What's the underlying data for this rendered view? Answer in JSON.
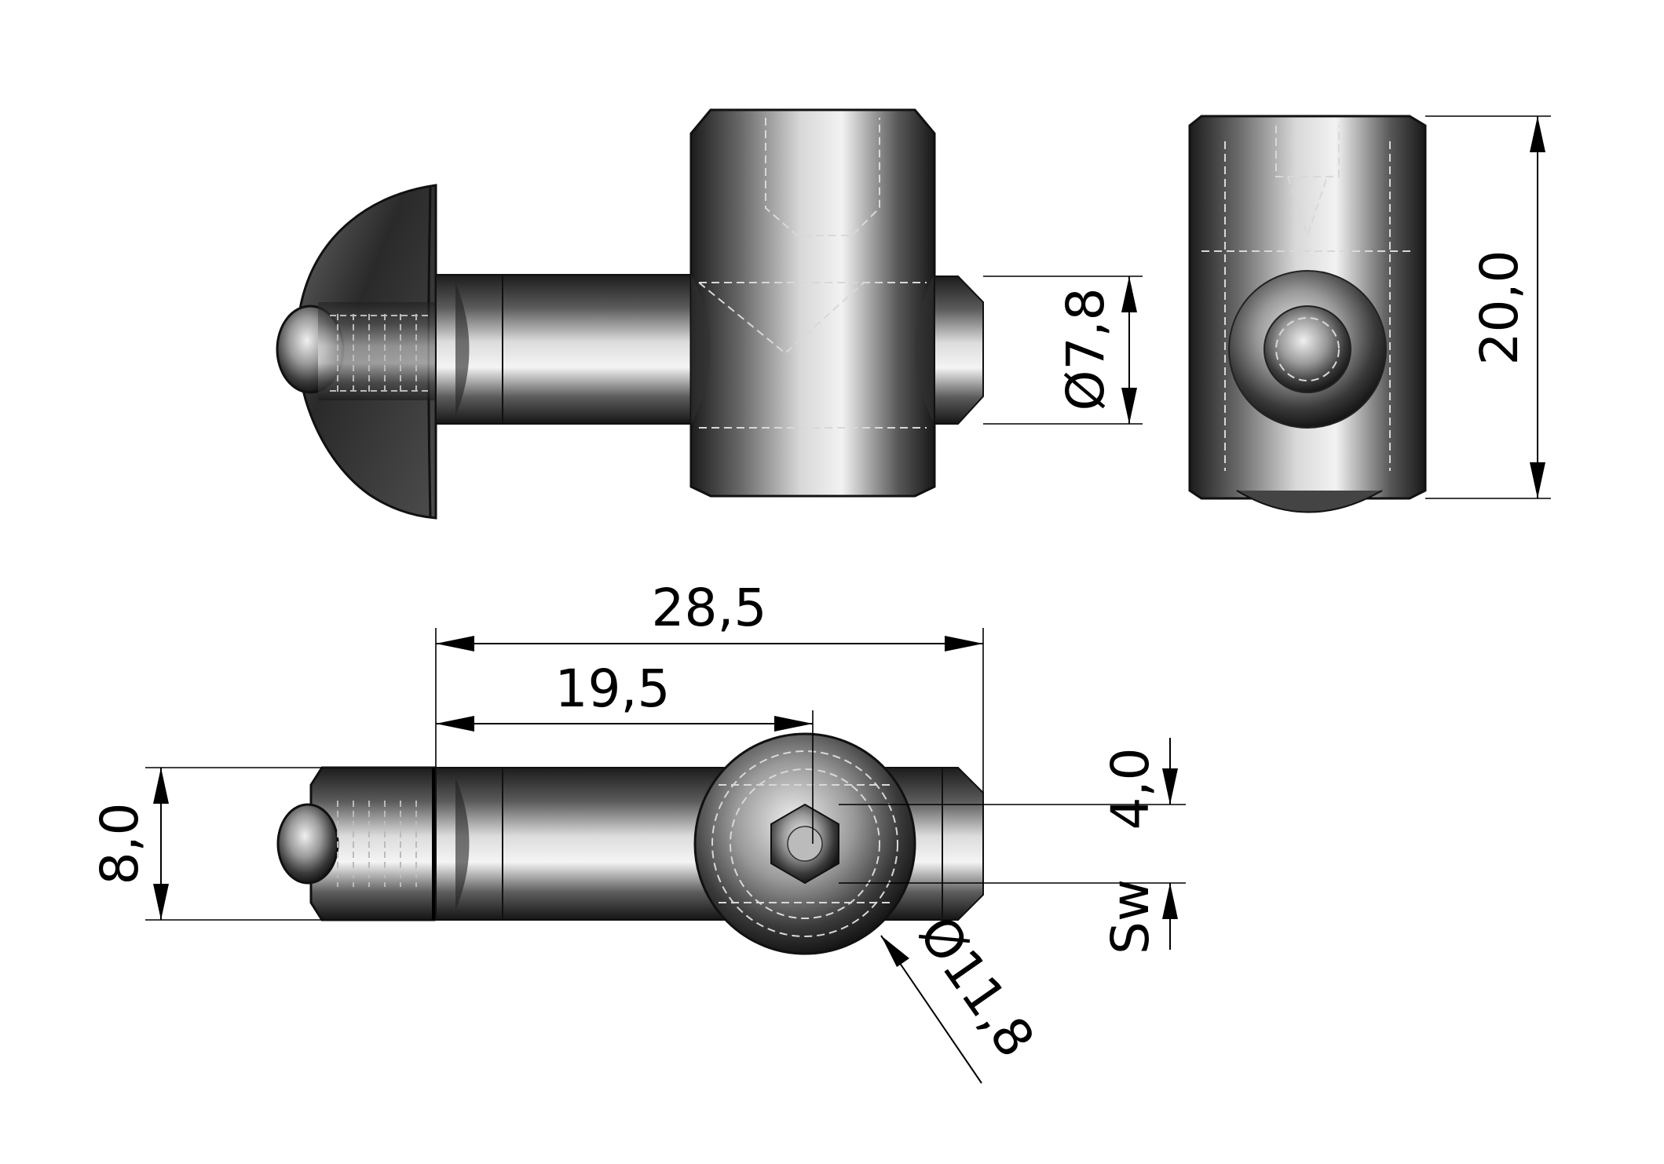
{
  "dimensions": {
    "dia_7_8": "Ø7,8",
    "height_20_0": "20,0",
    "length_28_5": "28,5",
    "length_19_5": "19,5",
    "height_8_0": "8,0",
    "sw": "Sw",
    "sw_value": "4,0",
    "dia_11_8": "Ø11,8"
  }
}
